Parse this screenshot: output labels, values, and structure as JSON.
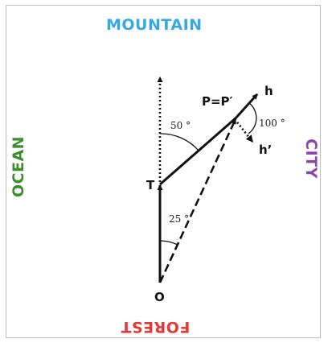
{
  "directions": {
    "north": "MOUNTAIN",
    "south": "FOREST",
    "west": "OCEAN",
    "east": "CITY"
  },
  "points": {
    "origin": "O",
    "turn": "T",
    "position": "P=P′",
    "heading": "h",
    "heading_prime": "h’"
  },
  "angles": {
    "north_to_path": "50 °",
    "heading_difference": "100 °",
    "homing_angle": "25 °"
  },
  "colors": {
    "mountain": "#36a9e1",
    "forest": "#e53935",
    "ocean": "#3e8e2f",
    "city": "#8e44ad"
  }
}
